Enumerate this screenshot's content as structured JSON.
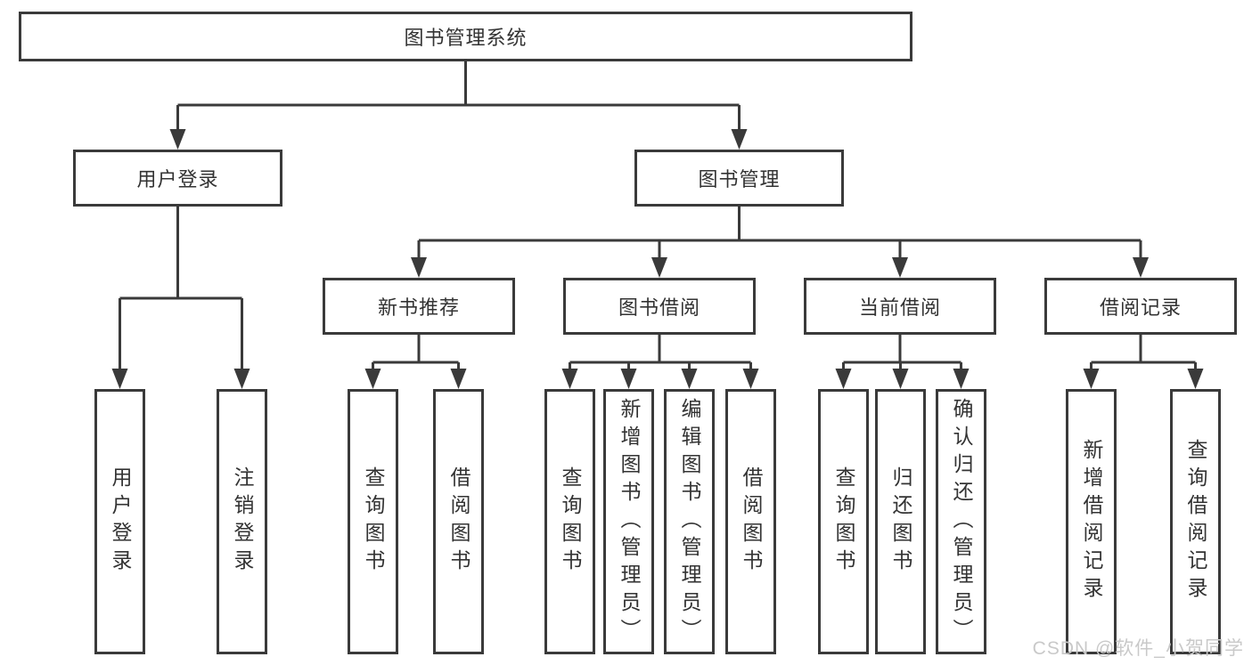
{
  "diagram": {
    "root": {
      "label": "图书管理系统"
    },
    "branches": [
      {
        "label": "用户登录",
        "children": [
          {
            "label": "用户登录"
          },
          {
            "label": "注销登录"
          }
        ]
      },
      {
        "label": "图书管理",
        "groups": [
          {
            "label": "新书推荐",
            "children": [
              {
                "label": "查询图书"
              },
              {
                "label": "借阅图书"
              }
            ]
          },
          {
            "label": "图书借阅",
            "children": [
              {
                "label": "查询图书"
              },
              {
                "label": "新增图书（管理员）"
              },
              {
                "label": "编辑图书（管理员）"
              },
              {
                "label": "借阅图书"
              }
            ]
          },
          {
            "label": "当前借阅",
            "children": [
              {
                "label": "查询图书"
              },
              {
                "label": "归还图书"
              },
              {
                "label": "确认归还（管理员）"
              }
            ]
          },
          {
            "label": "借阅记录",
            "children": [
              {
                "label": "新增借阅记录"
              },
              {
                "label": "查询借阅记录"
              }
            ]
          }
        ]
      }
    ]
  },
  "watermark": {
    "text": "CSDN @软件_小贺同学"
  },
  "colors": {
    "line": "#3a3a3a",
    "box_border": "#3a3a3a",
    "text": "#333333",
    "background": "#ffffff",
    "watermark": "#c9c9c9"
  }
}
